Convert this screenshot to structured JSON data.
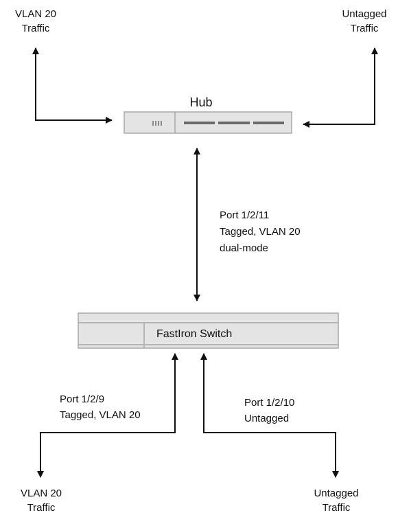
{
  "diagram": {
    "hub": {
      "label": "Hub"
    },
    "switch": {
      "label": "FastIron Switch"
    },
    "top_left_traffic": {
      "line1": "VLAN 20",
      "line2": "Traffic"
    },
    "top_right_traffic": {
      "line1": "Untagged",
      "line2": "Traffic"
    },
    "uplink_port": {
      "line1": "Port 1/2/11",
      "line2": "Tagged, VLAN 20",
      "line3": "dual-mode"
    },
    "left_port": {
      "line1": "Port 1/2/9",
      "line2": "Tagged, VLAN 20"
    },
    "right_port": {
      "line1": "Port 1/2/10",
      "line2": "Untagged"
    },
    "bottom_left_traffic": {
      "line1": "VLAN 20",
      "line2": "Traffic"
    },
    "bottom_right_traffic": {
      "line1": "Untagged",
      "line2": "Traffic"
    }
  },
  "colors": {
    "line": "#111111",
    "device_fill": "#e4e4e4",
    "device_stroke": "#a8a8a8",
    "port_marks": "#6b6b6b"
  }
}
